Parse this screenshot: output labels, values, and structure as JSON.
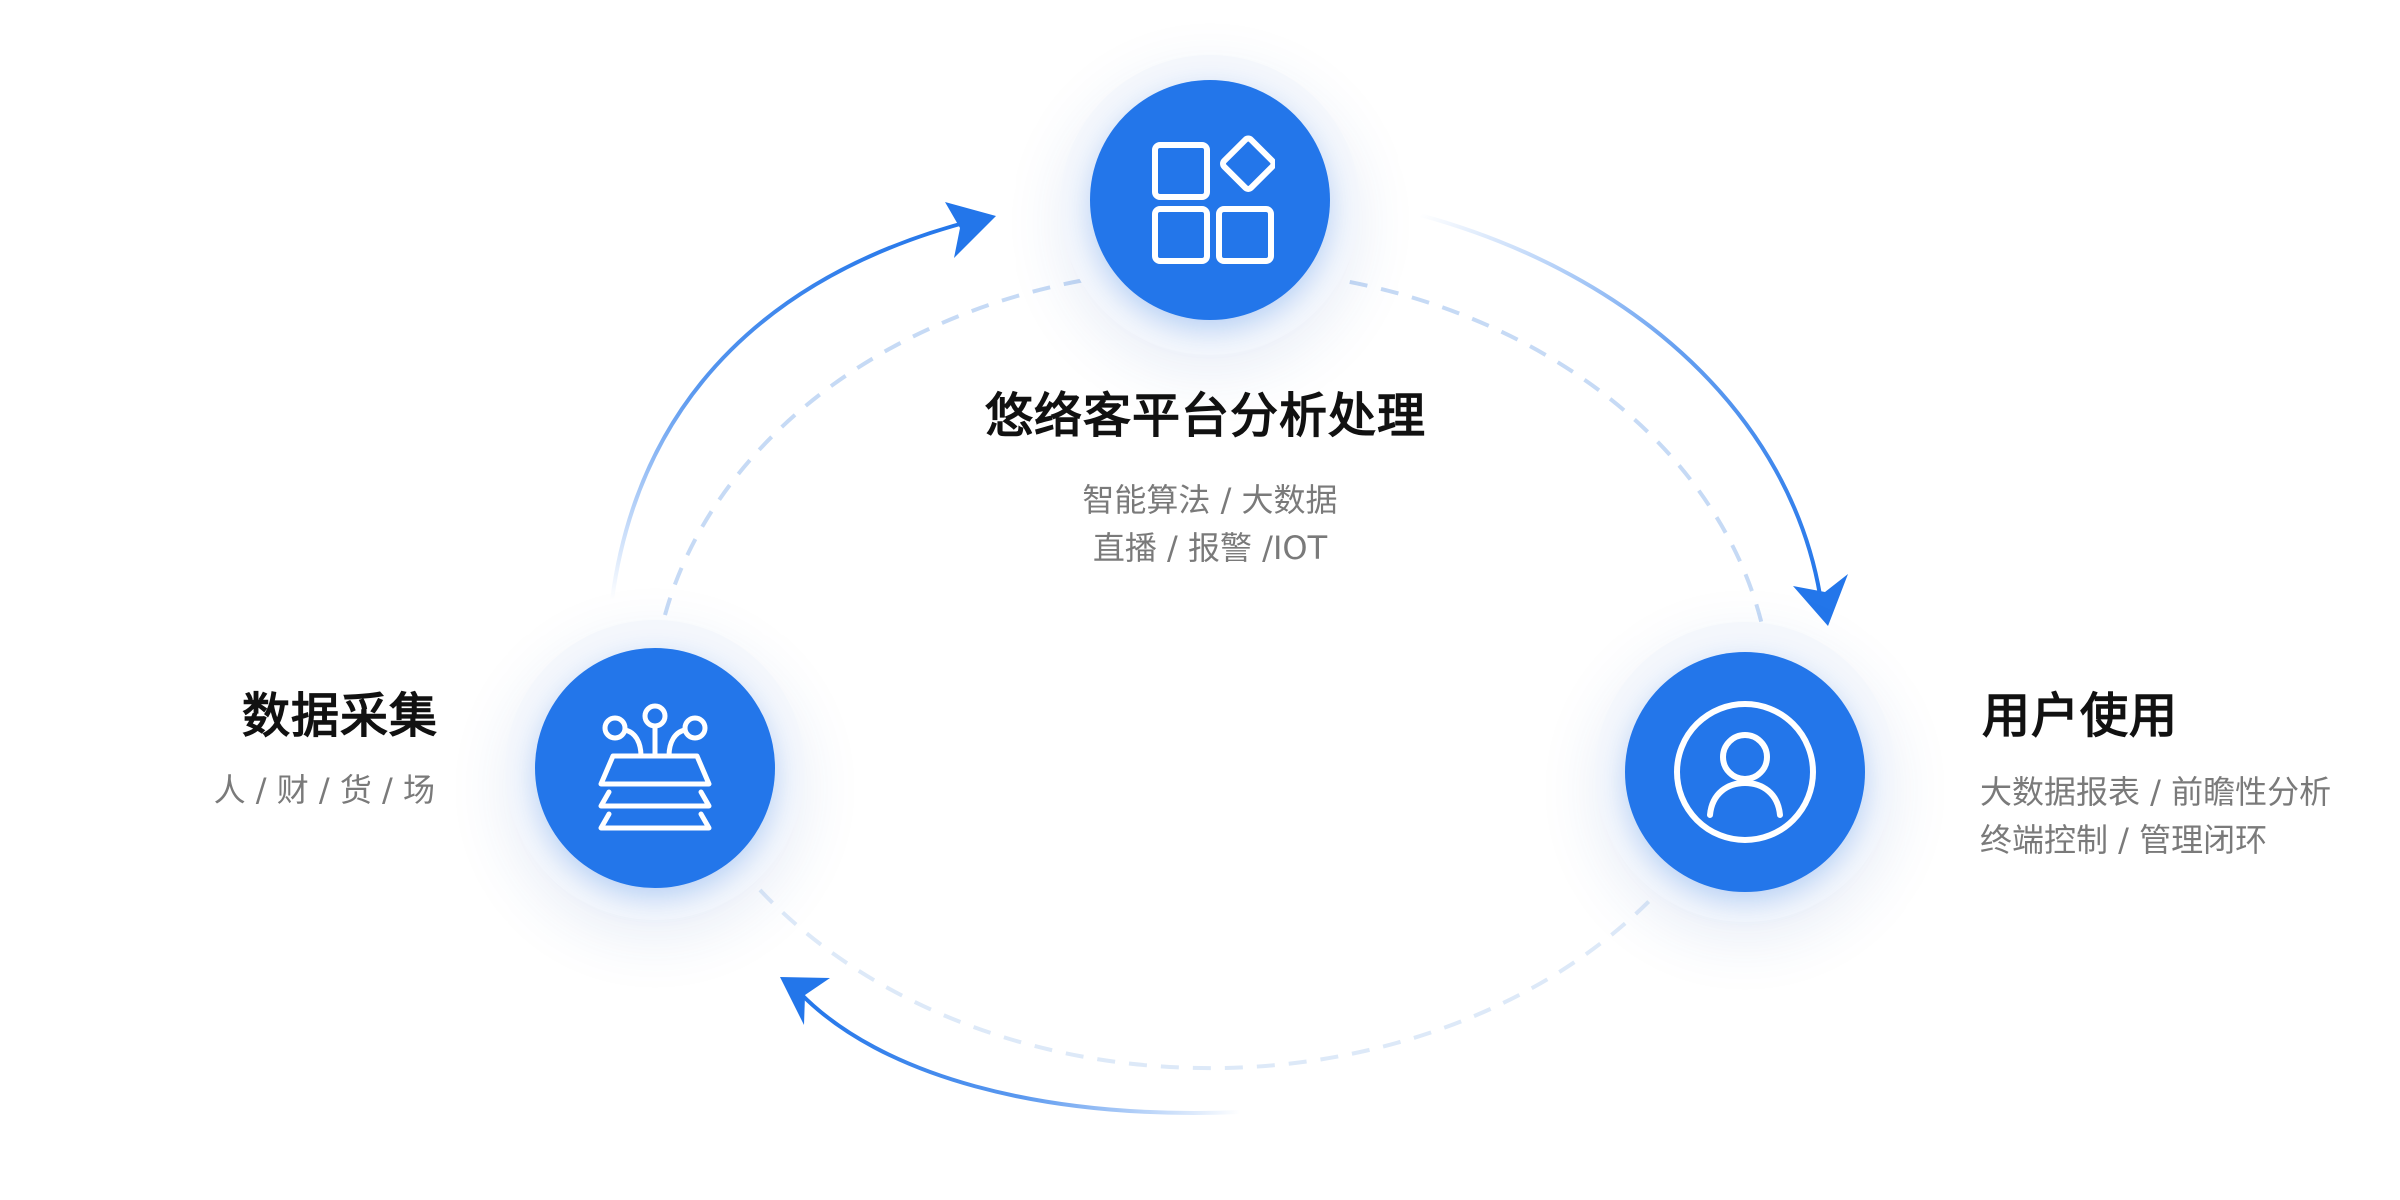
{
  "nodes": {
    "platform": {
      "title": "悠络客平台分析处理",
      "lines": [
        "智能算法 / 大数据",
        "直播 / 报警 /IOT"
      ],
      "icon": "apps-grid-icon"
    },
    "collection": {
      "title": "数据采集",
      "lines": [
        "人 / 财 / 货 / 场"
      ],
      "icon": "sensor-layers-icon"
    },
    "usage": {
      "title": "用户使用",
      "lines": [
        "大数据报表 / 前瞻性分析",
        "终端控制 / 管理闭环"
      ],
      "icon": "user-icon"
    }
  },
  "colors": {
    "accent": "#2376ea",
    "dashed_ring": "#c9dcf5",
    "halo": "#f4f7fc",
    "title": "#111111",
    "subtitle": "#7a7a7a"
  }
}
